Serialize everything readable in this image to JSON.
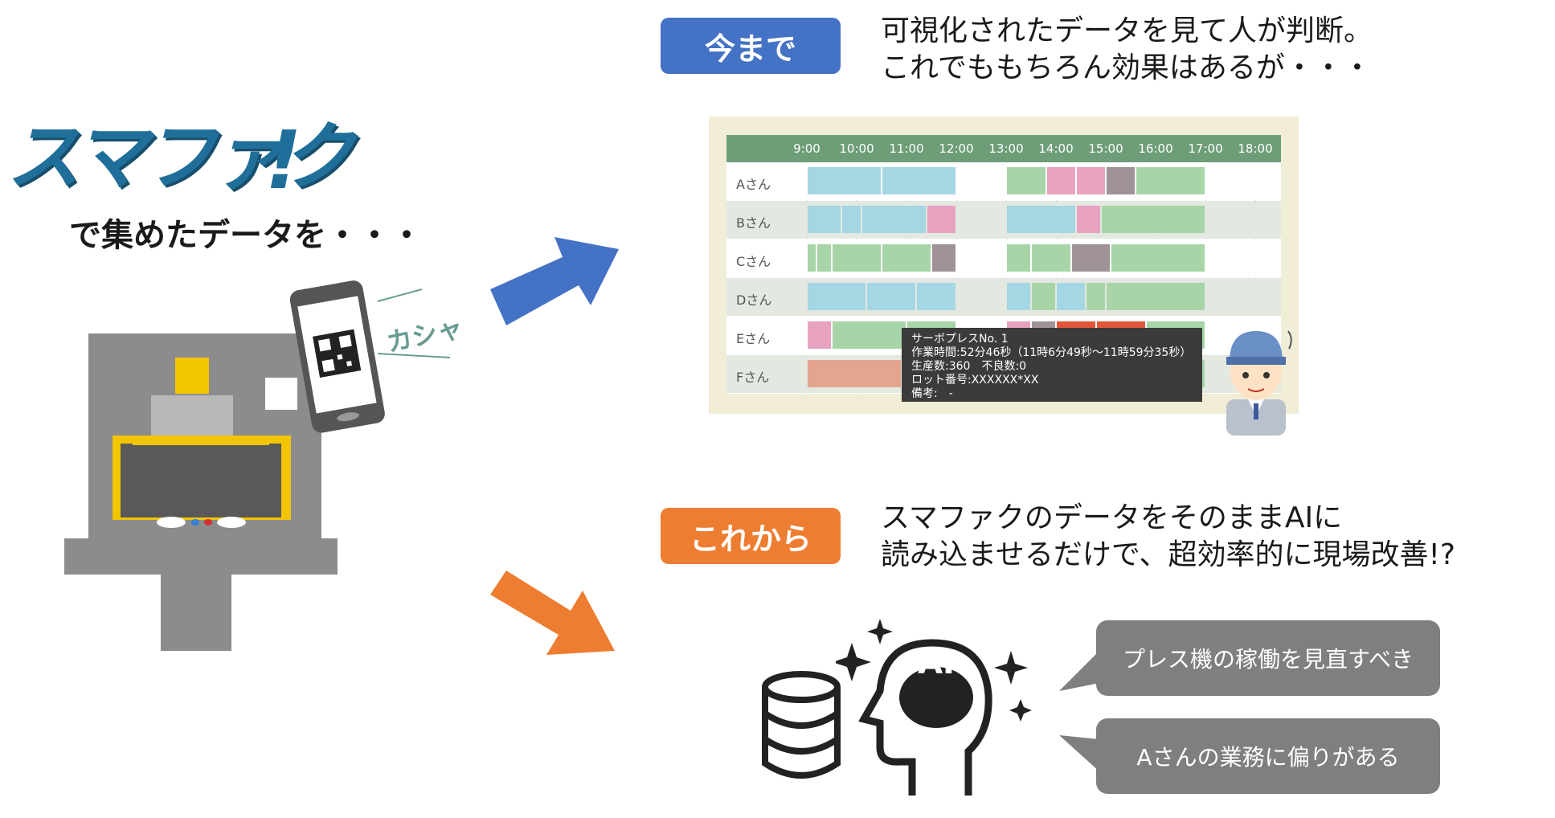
{
  "logo": {
    "text": "スマファク",
    "mark": "!"
  },
  "left_caption": "で集めたデータを・・・",
  "sound_effect": "カシャ",
  "top": {
    "pill": "今まで",
    "heading_line1": "可視化されたデータを見て人が判断。",
    "heading_line2": "これでももちろん効果はあるが・・・"
  },
  "bottom": {
    "pill": "これから",
    "heading_line1": "スマファクのデータをそのままAIに",
    "heading_line2": "読み込ませるだけで、超効率的に現場改善!?"
  },
  "gantt": {
    "times": [
      "9:00",
      "10:00",
      "11:00",
      "12:00",
      "13:00",
      "14:00",
      "15:00",
      "16:00",
      "17:00",
      "18:00"
    ],
    "rows": [
      "Aさん",
      "Bさん",
      "Cさん",
      "Dさん",
      "Eさん",
      "Fさん"
    ]
  },
  "tooltip": {
    "line1": "サーボプレスNo. 1",
    "line2": "作業時間:52分46秒（11時6分49秒～11時59分35秒）",
    "line3": "生産数:360　不良数:0",
    "line4": "ロット番号:XXXXXX*XX",
    "line5": "備考:　-"
  },
  "ai_badge": "AI",
  "callouts": {
    "first": "プレス機の稼働を見直すべき",
    "second": "Aさんの業務に偏りがある"
  },
  "colors": {
    "blue": "#4472c4",
    "orange": "#ed7d31",
    "gantt_header": "#6e9e78",
    "bubble": "#7f7f7f"
  }
}
